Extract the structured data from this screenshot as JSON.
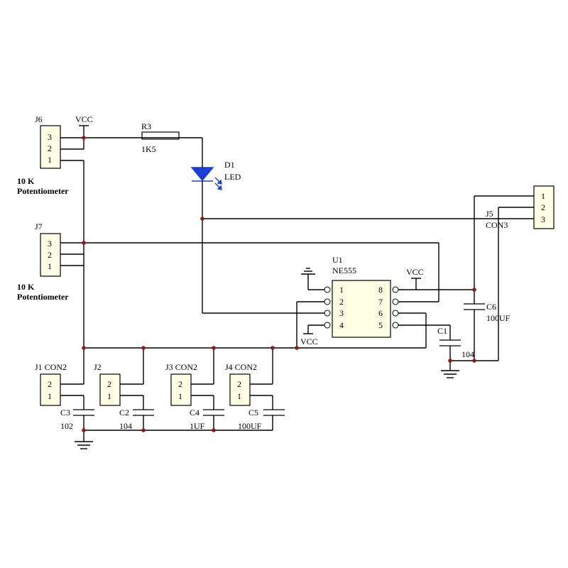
{
  "connectors": {
    "j6": {
      "ref": "J6",
      "pins": [
        "3",
        "2",
        "1"
      ],
      "label1": "10 K",
      "label2": "Potentiometer"
    },
    "j7": {
      "ref": "J7",
      "pins": [
        "3",
        "2",
        "1"
      ],
      "label1": "10 K",
      "label2": "Potentiometer"
    },
    "j5": {
      "ref": "J5",
      "type": "CON3",
      "pins": [
        "1",
        "2",
        "3"
      ]
    },
    "j1": {
      "ref": "J1 CON2",
      "pins": [
        "2",
        "1"
      ]
    },
    "j2": {
      "ref": "J2",
      "pins": [
        "2",
        "1"
      ]
    },
    "j3": {
      "ref": "J3 CON2",
      "pins": [
        "2",
        "1"
      ]
    },
    "j4": {
      "ref": "J4 CON2",
      "pins": [
        "2",
        "1"
      ]
    }
  },
  "power": {
    "vcc": "VCC"
  },
  "resistor": {
    "ref": "R3",
    "value": "1K5"
  },
  "led": {
    "ref": "D1",
    "value": "LED"
  },
  "ic": {
    "ref": "U1",
    "part": "NE555",
    "left_pins": [
      "1",
      "2",
      "3",
      "4"
    ],
    "right_pins": [
      "8",
      "7",
      "6",
      "5"
    ]
  },
  "capacitors": {
    "c1": {
      "ref": "C1",
      "value": "104"
    },
    "c2": {
      "ref": "C2",
      "value": "104"
    },
    "c3": {
      "ref": "C3",
      "value": "102"
    },
    "c4": {
      "ref": "C4",
      "value": "1UF"
    },
    "c5": {
      "ref": "C5",
      "value": "100UF"
    },
    "c6": {
      "ref": "C6",
      "value": "100UF"
    }
  }
}
